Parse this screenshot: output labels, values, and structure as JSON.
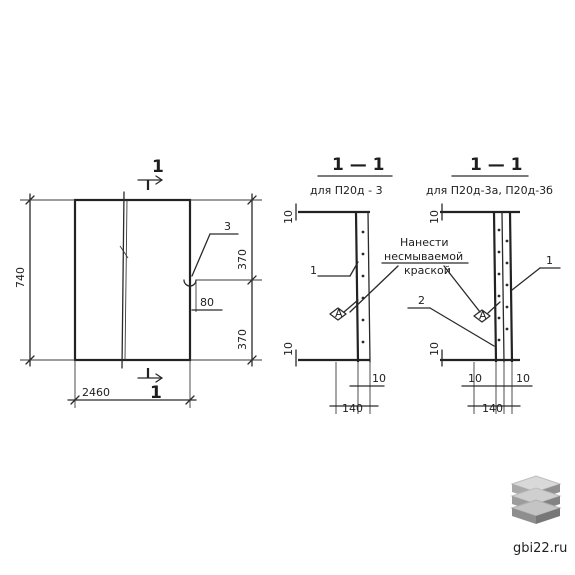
{
  "plan": {
    "section_mark_top": "1",
    "section_mark_bottom": "1",
    "dim_width": "2460",
    "dim_height": "740",
    "dim_upper_half": "370",
    "dim_lower_half": "370",
    "dim_hole": "80",
    "callout": "3"
  },
  "section_a": {
    "title": "1 — 1",
    "subtitle": "для П20д - 3",
    "dim_top": "10",
    "dim_bottom": "10",
    "dim_thick": "10",
    "dim_width": "140",
    "callout": "1",
    "mark": "А"
  },
  "section_b": {
    "title": "1 — 1",
    "subtitle": "для П20д-3а, П20д-3б",
    "dim_top": "10",
    "dim_bottom": "10",
    "dim_thick_a": "10",
    "dim_thick_b": "10",
    "dim_width": "140",
    "callout_1": "1",
    "callout_2": "2",
    "mark": "А"
  },
  "note": {
    "line1": "Нанести",
    "line2": "несмываемой",
    "line3": "краской"
  },
  "brand": {
    "site": "gbi22.ru"
  }
}
